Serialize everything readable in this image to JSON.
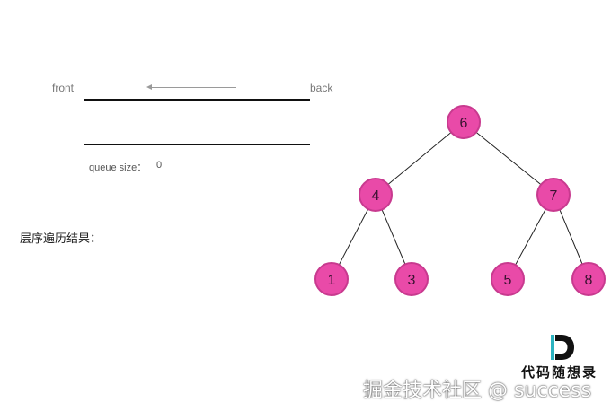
{
  "queue": {
    "front_label": "front",
    "back_label": "back",
    "size_label": "queue size：",
    "size_value": "0"
  },
  "result": {
    "label": "层序遍历结果："
  },
  "tree": {
    "nodes": [
      {
        "id": "n6",
        "value": "6"
      },
      {
        "id": "n4",
        "value": "4"
      },
      {
        "id": "n7",
        "value": "7"
      },
      {
        "id": "n1",
        "value": "1"
      },
      {
        "id": "n3",
        "value": "3"
      },
      {
        "id": "n5",
        "value": "5"
      },
      {
        "id": "n8",
        "value": "8"
      }
    ],
    "edges": [
      [
        "n6",
        "n4"
      ],
      [
        "n6",
        "n7"
      ],
      [
        "n4",
        "n1"
      ],
      [
        "n4",
        "n3"
      ],
      [
        "n7",
        "n5"
      ],
      [
        "n7",
        "n8"
      ]
    ],
    "node_color": "#e94aa8"
  },
  "brand": {
    "name": "代码随想录"
  },
  "watermark": {
    "text": "掘金技术社区 @ success"
  }
}
